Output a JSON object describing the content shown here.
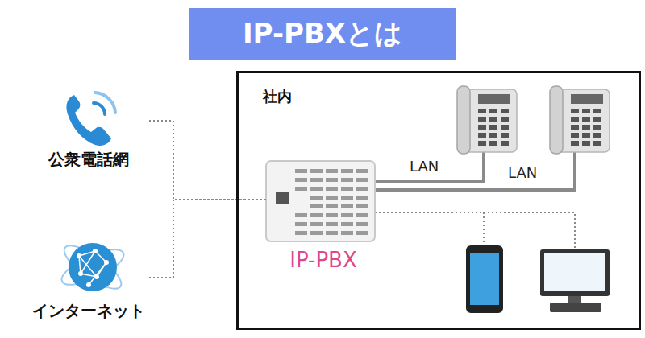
{
  "diagram": {
    "title": "IP-PBXとは",
    "nodes": [
      {
        "text": [
          "公衆電話網"
        ]
      },
      {
        "text": [
          "インターネット"
        ]
      },
      {
        "text": [
          "社内"
        ]
      },
      {
        "text": [
          "IP-PBX"
        ],
        "in": 2
      }
    ],
    "edges": [
      {
        "from": 0,
        "to": 3,
        "arrow": "none"
      },
      {
        "from": 1,
        "to": 3,
        "arrow": "none"
      }
    ],
    "labels": [
      "LAN",
      "LAN"
    ]
  }
}
